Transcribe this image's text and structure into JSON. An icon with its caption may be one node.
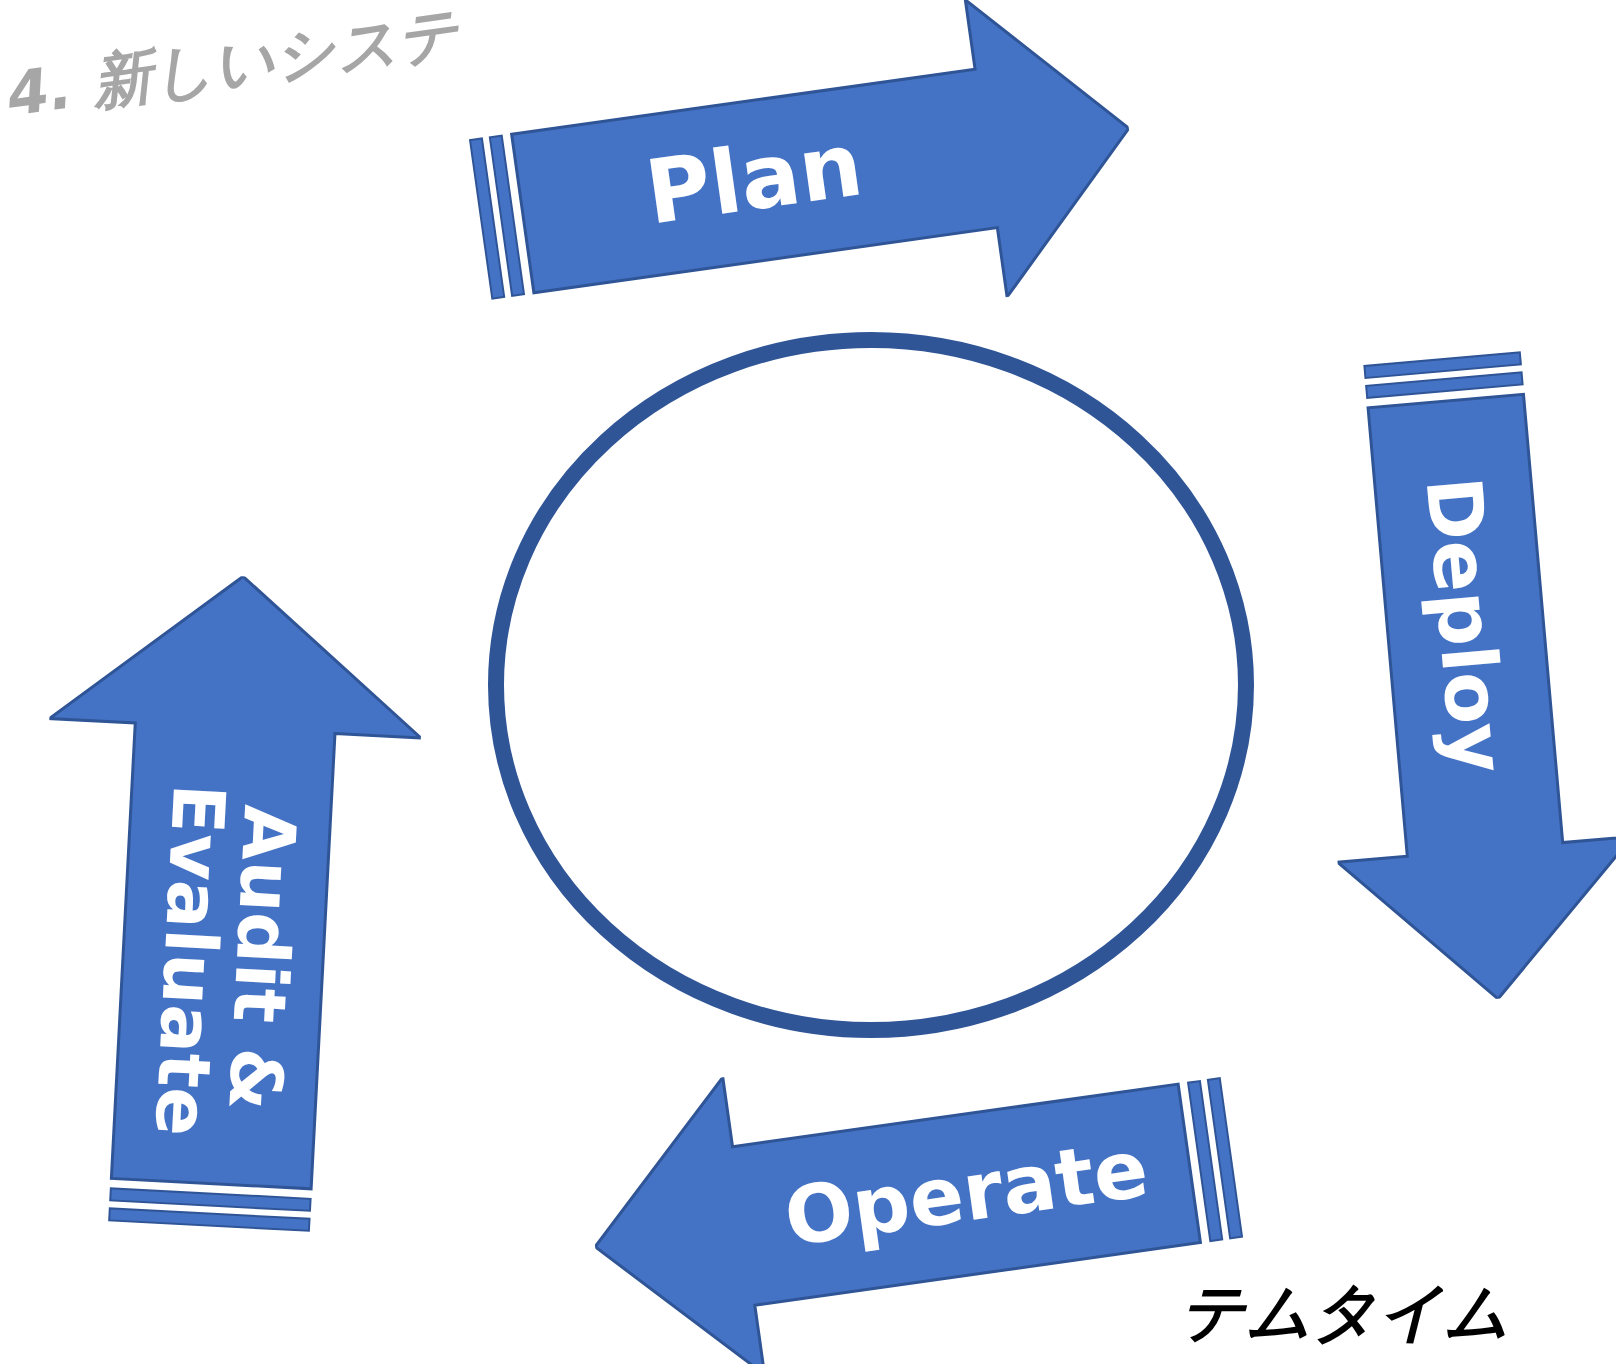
{
  "diagram": {
    "nodes": [
      {
        "text": [
          "Plan"
        ]
      },
      {
        "text": [],
        "shape": "circle"
      },
      {
        "text": [
          "Deploy"
        ]
      },
      {
        "text": [
          "Audit & Evaluate"
        ]
      },
      {
        "text": [
          "Operate"
        ]
      }
    ],
    "labels": [
      "4. 新しいシステ",
      "テムタイム"
    ]
  }
}
